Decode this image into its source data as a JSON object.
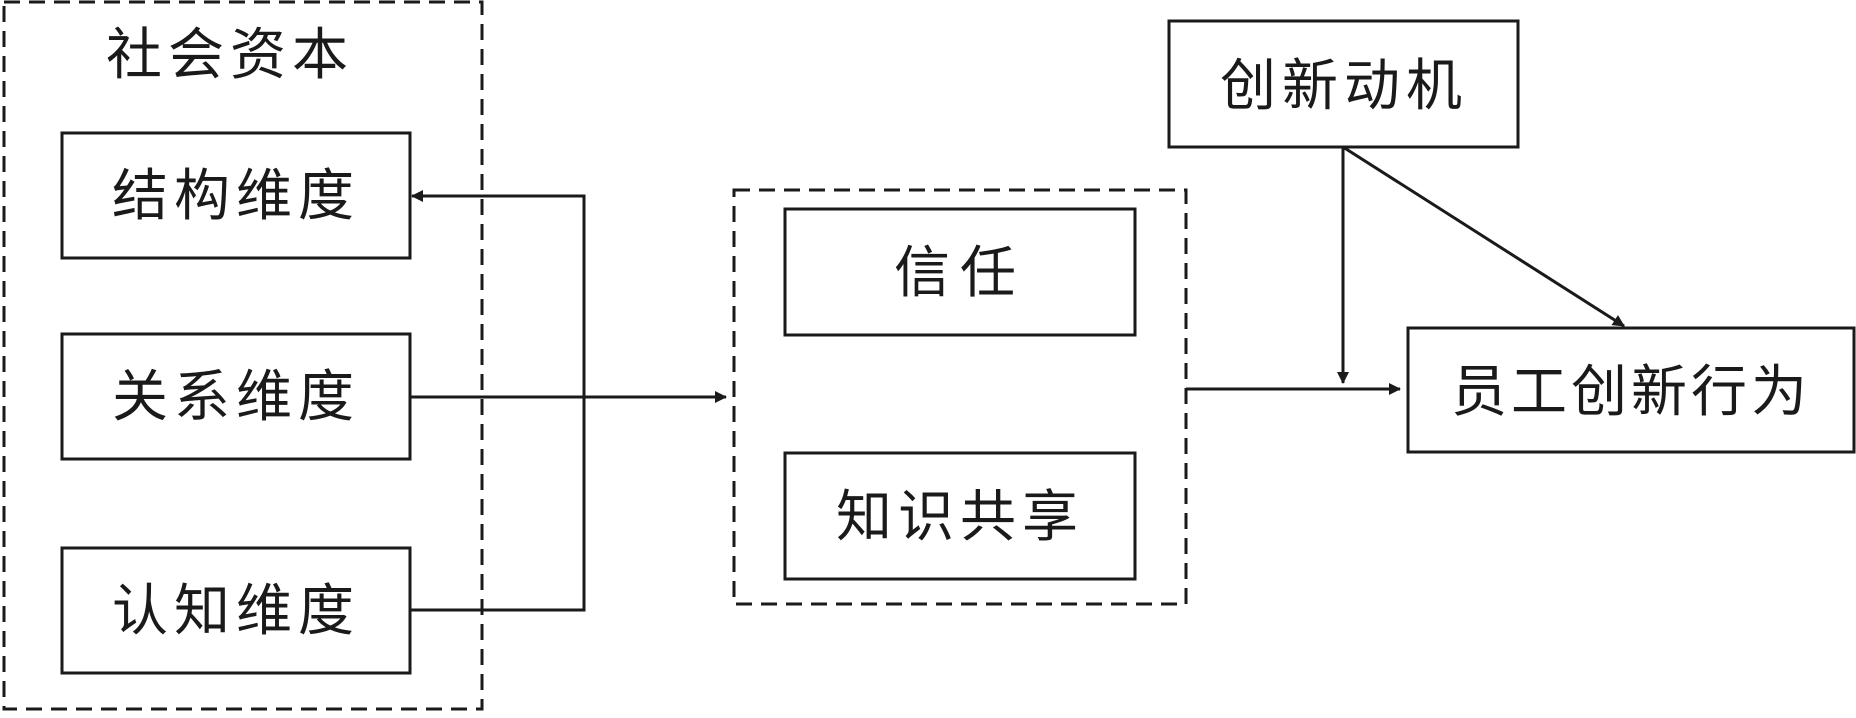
{
  "diagram": {
    "social_capital": {
      "title": "社会资本",
      "structural": "结构维度",
      "relational": "关系维度",
      "cognitive": "认知维度"
    },
    "mediators": {
      "trust": "信任",
      "knowledge_sharing": "知识共享"
    },
    "moderator": "创新动机",
    "outcome": "员工创新行为"
  },
  "colors": {
    "stroke": "#1a1a1a",
    "background": "#ffffff"
  }
}
